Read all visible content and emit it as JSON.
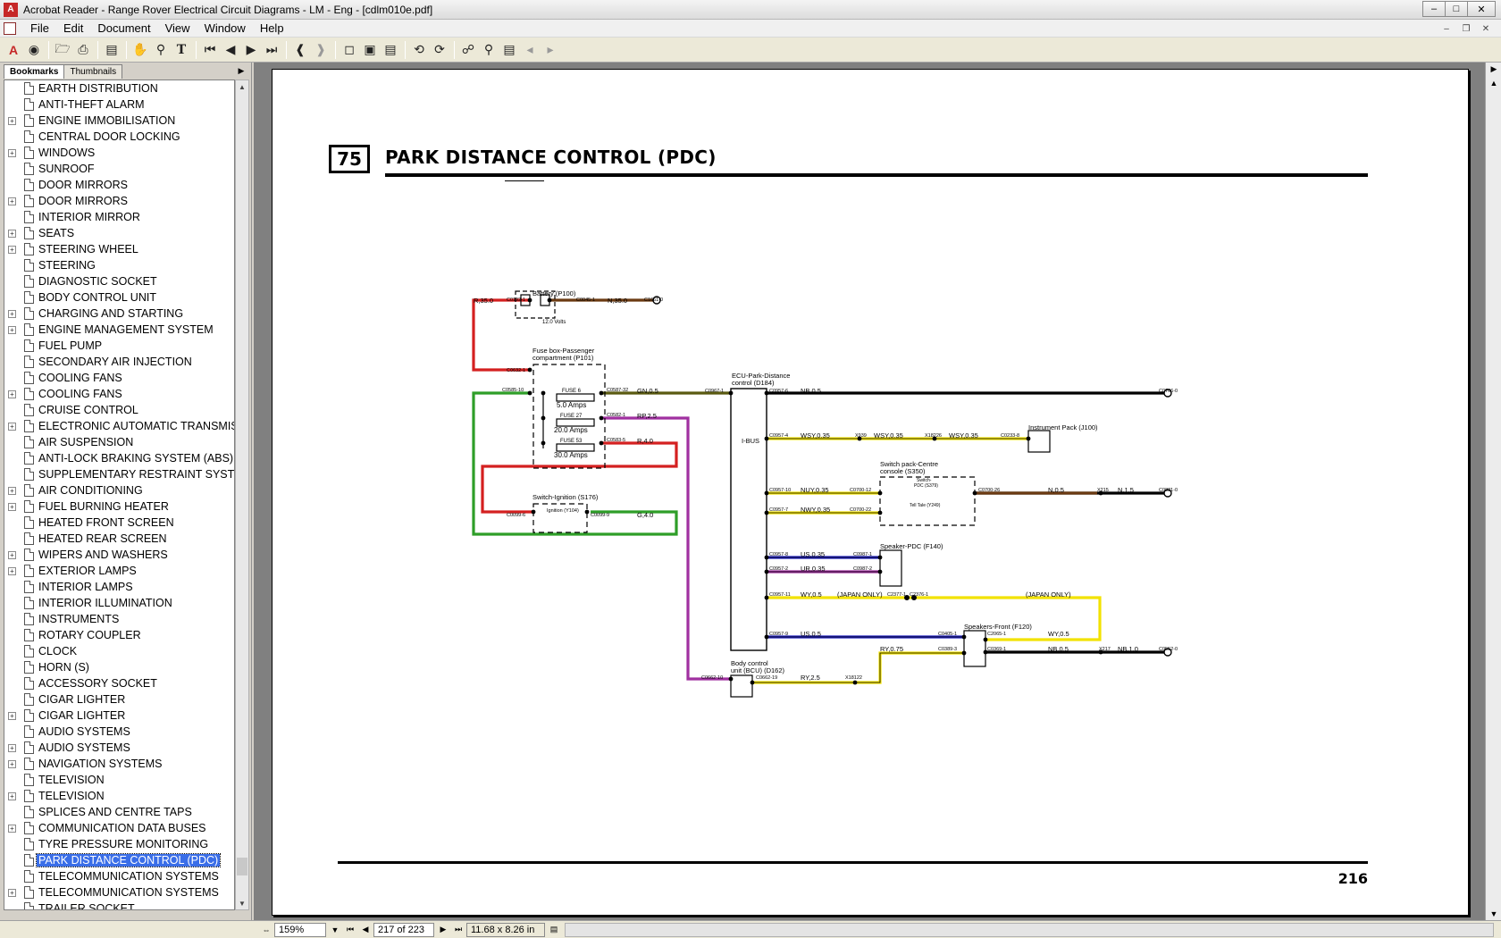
{
  "window": {
    "title": "Acrobat Reader - Range Rover Electrical Circuit Diagrams - LM - Eng - [cdlm010e.pdf]"
  },
  "menu": [
    "File",
    "Edit",
    "Document",
    "View",
    "Window",
    "Help"
  ],
  "toolbar_icons": [
    "acrobat-logo-icon",
    "web-capture-icon",
    "open-icon",
    "print-icon",
    "show-hide-navigation-icon",
    "hand-tool-icon",
    "zoom-tool-icon",
    "text-select-tool-icon",
    "first-page-icon",
    "previous-page-icon",
    "next-page-icon",
    "last-page-icon",
    "go-back-icon",
    "go-forward-icon",
    "actual-size-icon",
    "fit-page-icon",
    "fit-width-icon",
    "rotate-ccw-icon",
    "rotate-cw-icon",
    "find-icon",
    "search-icon",
    "search-results-icon",
    "previous-highlight-icon",
    "next-highlight-icon"
  ],
  "nav": {
    "tabs": [
      "Bookmarks",
      "Thumbnails"
    ],
    "bookmarks": [
      {
        "label": "EARTH DISTRIBUTION",
        "expandable": false
      },
      {
        "label": "ANTI-THEFT ALARM",
        "expandable": false
      },
      {
        "label": "ENGINE IMMOBILISATION",
        "expandable": true
      },
      {
        "label": "CENTRAL DOOR LOCKING",
        "expandable": false
      },
      {
        "label": "WINDOWS",
        "expandable": true
      },
      {
        "label": "SUNROOF",
        "expandable": false
      },
      {
        "label": "DOOR MIRRORS",
        "expandable": false
      },
      {
        "label": "DOOR MIRRORS",
        "expandable": true
      },
      {
        "label": "INTERIOR MIRROR",
        "expandable": false
      },
      {
        "label": "SEATS",
        "expandable": true
      },
      {
        "label": "STEERING WHEEL",
        "expandable": true
      },
      {
        "label": "STEERING",
        "expandable": false
      },
      {
        "label": "DIAGNOSTIC SOCKET",
        "expandable": false
      },
      {
        "label": "BODY CONTROL UNIT",
        "expandable": false
      },
      {
        "label": "CHARGING AND STARTING",
        "expandable": true
      },
      {
        "label": "ENGINE MANAGEMENT SYSTEM",
        "expandable": true
      },
      {
        "label": "FUEL PUMP",
        "expandable": false
      },
      {
        "label": "SECONDARY AIR INJECTION",
        "expandable": false
      },
      {
        "label": "COOLING FANS",
        "expandable": false
      },
      {
        "label": "COOLING FANS",
        "expandable": true
      },
      {
        "label": "CRUISE CONTROL",
        "expandable": false
      },
      {
        "label": "ELECTRONIC AUTOMATIC TRANSMISSI",
        "expandable": true
      },
      {
        "label": "AIR SUSPENSION",
        "expandable": false
      },
      {
        "label": "ANTI-LOCK BRAKING SYSTEM (ABS)",
        "expandable": false
      },
      {
        "label": "SUPPLEMENTARY RESTRAINT SYSTEM",
        "expandable": false
      },
      {
        "label": "AIR CONDITIONING",
        "expandable": true
      },
      {
        "label": "FUEL BURNING HEATER",
        "expandable": true
      },
      {
        "label": "HEATED FRONT SCREEN",
        "expandable": false
      },
      {
        "label": "HEATED REAR SCREEN",
        "expandable": false
      },
      {
        "label": "WIPERS AND WASHERS",
        "expandable": true
      },
      {
        "label": "EXTERIOR LAMPS",
        "expandable": true
      },
      {
        "label": "INTERIOR LAMPS",
        "expandable": false
      },
      {
        "label": "INTERIOR ILLUMINATION",
        "expandable": false
      },
      {
        "label": "INSTRUMENTS",
        "expandable": false
      },
      {
        "label": "ROTARY COUPLER",
        "expandable": false
      },
      {
        "label": "CLOCK",
        "expandable": false
      },
      {
        "label": "HORN (S)",
        "expandable": false
      },
      {
        "label": "ACCESSORY SOCKET",
        "expandable": false
      },
      {
        "label": "CIGAR LIGHTER",
        "expandable": false
      },
      {
        "label": "CIGAR LIGHTER",
        "expandable": true
      },
      {
        "label": "AUDIO SYSTEMS",
        "expandable": false
      },
      {
        "label": "AUDIO SYSTEMS",
        "expandable": true
      },
      {
        "label": "NAVIGATION SYSTEMS",
        "expandable": true
      },
      {
        "label": "TELEVISION",
        "expandable": false
      },
      {
        "label": "TELEVISION",
        "expandable": true
      },
      {
        "label": "SPLICES AND CENTRE TAPS",
        "expandable": false
      },
      {
        "label": "COMMUNICATION DATA BUSES",
        "expandable": true
      },
      {
        "label": "TYRE PRESSURE MONITORING",
        "expandable": false
      },
      {
        "label": "PARK DISTANCE CONTROL (PDC)",
        "expandable": false,
        "selected": true
      },
      {
        "label": "TELECOMMUNICATION SYSTEMS",
        "expandable": false
      },
      {
        "label": "TELECOMMUNICATION SYSTEMS",
        "expandable": true
      },
      {
        "label": "TRAILER SOCKET",
        "expandable": false
      }
    ]
  },
  "document": {
    "section_number": "75",
    "section_title": "PARK DISTANCE CONTROL (PDC)",
    "page_number": "216",
    "wire_colors": {
      "red": "#d42020",
      "green": "#2e9e28",
      "brown": "#6b3a12",
      "olive": "#5a5a10",
      "purple": "#a030a0",
      "yellow": "#f2e200",
      "blue": "#2020c0",
      "black": "#000000"
    },
    "diagram": {
      "components": {
        "battery": "Battery (P100)",
        "battery_volts": "12.0 Volts",
        "fusebox_1": "Fuse box-Passenger",
        "fusebox_2": "compartment (P101)",
        "fuse6": "FUSE 6",
        "fuse6_amps": "5.0 Amps",
        "fuse27": "FUSE 27",
        "fuse27_amps": "20.0 Amps",
        "fuse53": "FUSE 53",
        "fuse53_amps": "30.0 Amps",
        "switch_ign": "Switch-Ignition (S176)",
        "ignition": "Ignition (Y104)",
        "ecu_1": "ECU-Park-Distance",
        "ecu_2": "control (D184)",
        "ibus": "I-BUS",
        "instrument_pack": "Instrument Pack (J100)",
        "switchpack_1": "Switch pack-Centre",
        "switchpack_2": "console (S350)",
        "switch_pdc_1": "Switch-",
        "switch_pdc_2": "PDC (S379)",
        "tell_tale": "Tell Tale (Y249)",
        "speaker_pdc": "Speaker-PDC (F140)",
        "speakers_front": "Speakers-Front (F120)",
        "bcu_1": "Body control",
        "bcu_2": "unit (BCU) (D162)"
      },
      "wires": {
        "r35": "R,35.0",
        "n35": "N,35.0",
        "gn05": "GN,0.5",
        "rp25": "RP,2.5",
        "r40": "R,4.0",
        "g40": "G,4.0",
        "nb05": "NB,0.5",
        "wsy035_a": "WSY,0.35",
        "wsy035_b": "WSY,0.35",
        "wsy035_c": "WSY,0.35",
        "nuy035": "NUY,0.35",
        "nwy035": "NWY,0.35",
        "n05": "N,0.5",
        "n15": "N,1.5",
        "us035": "US,0.35",
        "ur035": "UR,0.35",
        "wy05_a": "WY,0.5",
        "japan_a": "(JAPAN ONLY)",
        "japan_b": "(JAPAN ONLY)",
        "us05": "US,0.5",
        "wy05_b": "WY,0.5",
        "ry075": "RY,0.75",
        "nb05_b": "NB,0.5",
        "nb10": "NB,1.0",
        "ry25": "RY,2.5"
      },
      "connectors": {
        "c0192_1": "C0192-1",
        "c0045_1": "C0045-1",
        "c1661_0": "C1661-0",
        "c0632_1": "C0632-1",
        "c0585_10": "C0585-10",
        "c0587_32": "C0587-32",
        "c0582_1": "C0582-1",
        "c0583_5": "C0583-5",
        "c0099_6": "C0099-6",
        "c0099_9": "C0099-9",
        "c0967_1": "C0967-1",
        "c0957_6": "C0957-6",
        "c0706_0": "C0706-0",
        "c0957_4": "C0957-4",
        "x939": "X939",
        "x18226": "X18226",
        "c0233_8": "C0233-8",
        "c0957_10": "C0957-10",
        "c0700_12": "C0700-12",
        "c0700_26": "C0700-26",
        "x215": "X215",
        "c0821_0": "C0821-0",
        "c0957_7": "C0957-7",
        "c0700_22": "C0700-22",
        "c0957_8": "C0957-8",
        "c0987_1": "C0987-1",
        "c0957_2": "C0957-2",
        "c0987_2": "C0987-2",
        "c0957_11": "C0957-11",
        "c2377_1": "C2377-1",
        "c2376_1": "C2376-1",
        "c0957_9": "C0957-9",
        "c0405_1": "C0405-1",
        "c2065_1": "C2065-1",
        "c0389_3": "C0389-3",
        "c0369_1": "C0369-1",
        "x217": "X217",
        "c0552_0": "C0552-0",
        "c0662_10": "C0662-10",
        "c0662_19": "C0662-19",
        "x18122": "X18122"
      }
    }
  },
  "statusbar": {
    "zoom": "159%",
    "page_indicator": "217 of 223",
    "page_size": "11.68 x 8.26 in"
  }
}
